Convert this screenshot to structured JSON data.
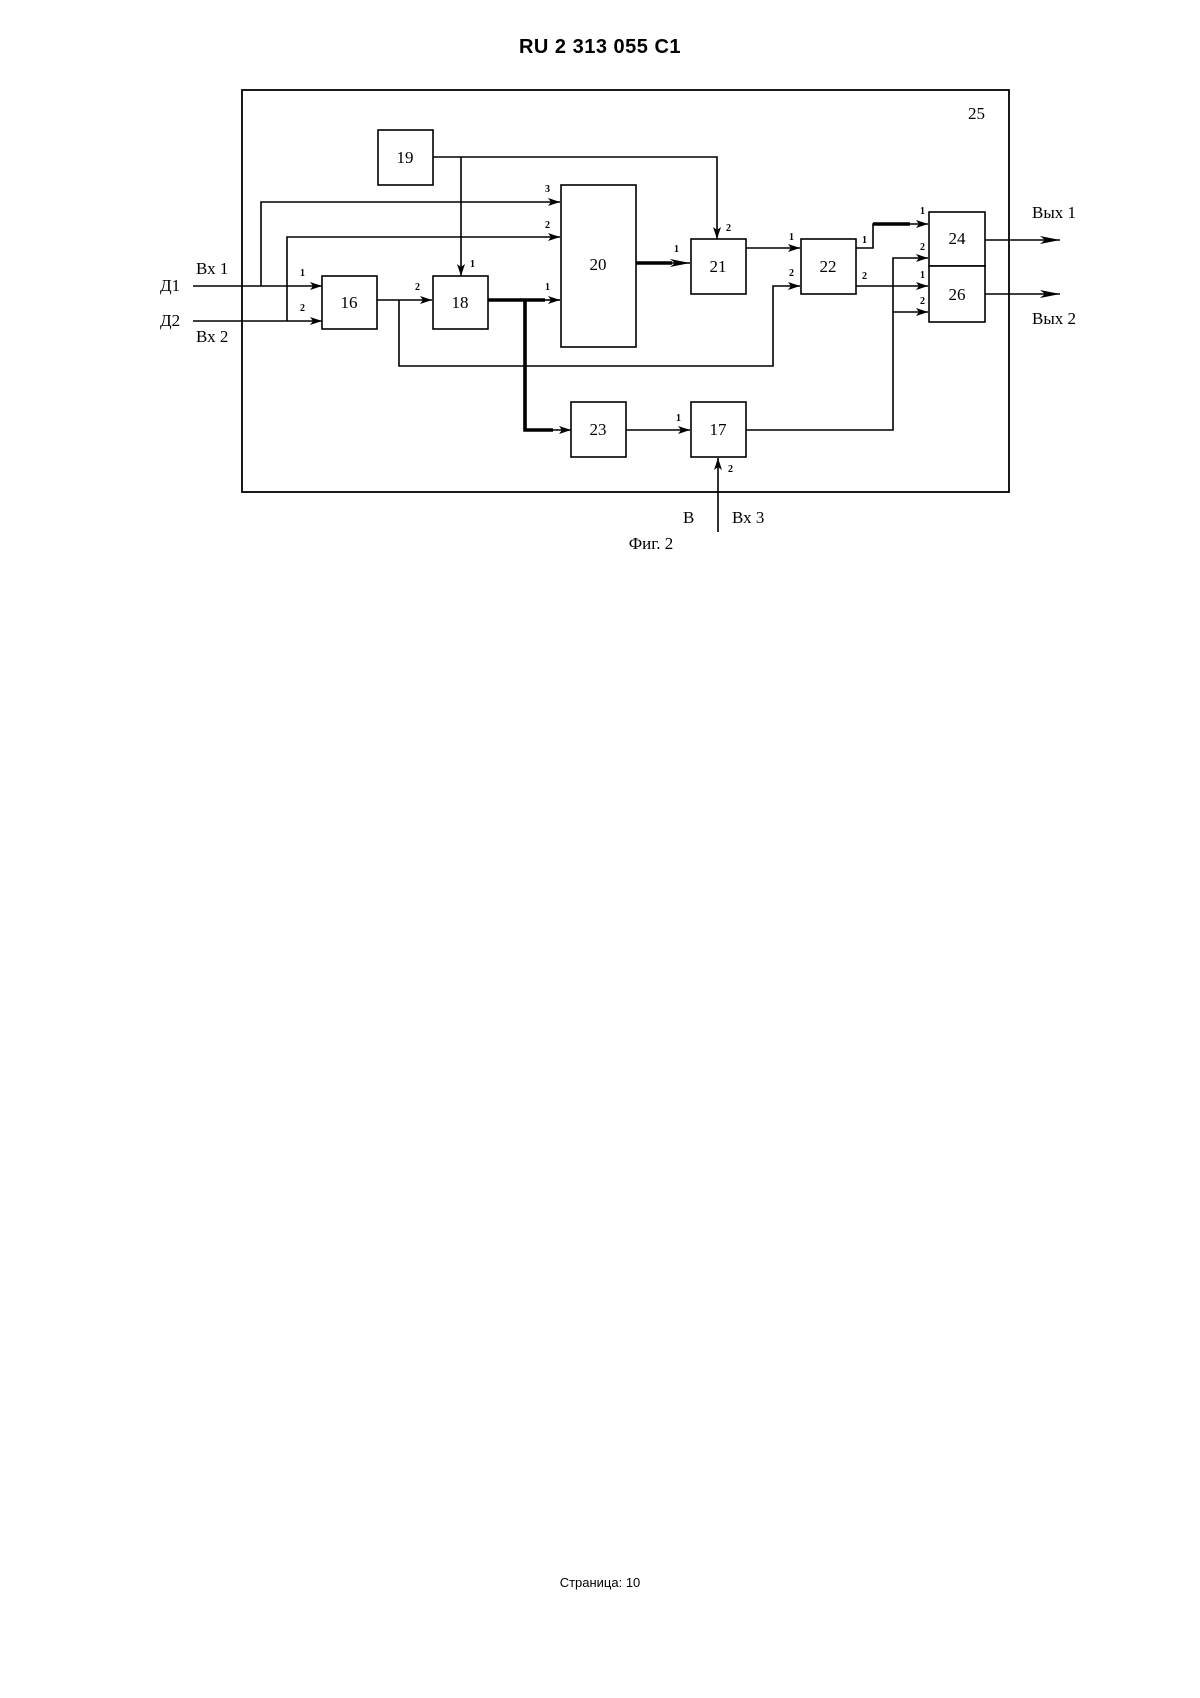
{
  "header": {
    "patent_number": "RU   2 313 055   C1"
  },
  "diagram": {
    "frame_label": "25",
    "blocks": {
      "b16": "16",
      "b17": "17",
      "b18": "18",
      "b19": "19",
      "b20": "20",
      "b21": "21",
      "b22": "22",
      "b23": "23",
      "b24": "24",
      "b26": "26"
    },
    "signals": {
      "d1": "Д1",
      "d2": "Д2",
      "in1": "Вх 1",
      "in2": "Вх 2",
      "in3": "Вх 3",
      "v": "В",
      "out1": "Вых 1",
      "out2": "Вых 2"
    },
    "pins": {
      "one": "1",
      "two": "2",
      "three": "3"
    },
    "caption": "Фиг. 2"
  },
  "footer": {
    "page": "Страница: 10"
  }
}
